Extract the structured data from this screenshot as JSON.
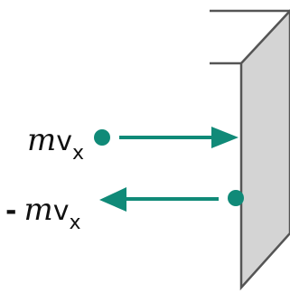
{
  "colors": {
    "accent": "#108a78",
    "wall_front": "#d4d4d4",
    "wall_outline": "#555555"
  },
  "labels": {
    "incoming": {
      "m": "m",
      "v": "v",
      "sub": "x"
    },
    "outgoing": {
      "sign": "-",
      "m": "m",
      "v": "v",
      "sub": "x"
    }
  }
}
